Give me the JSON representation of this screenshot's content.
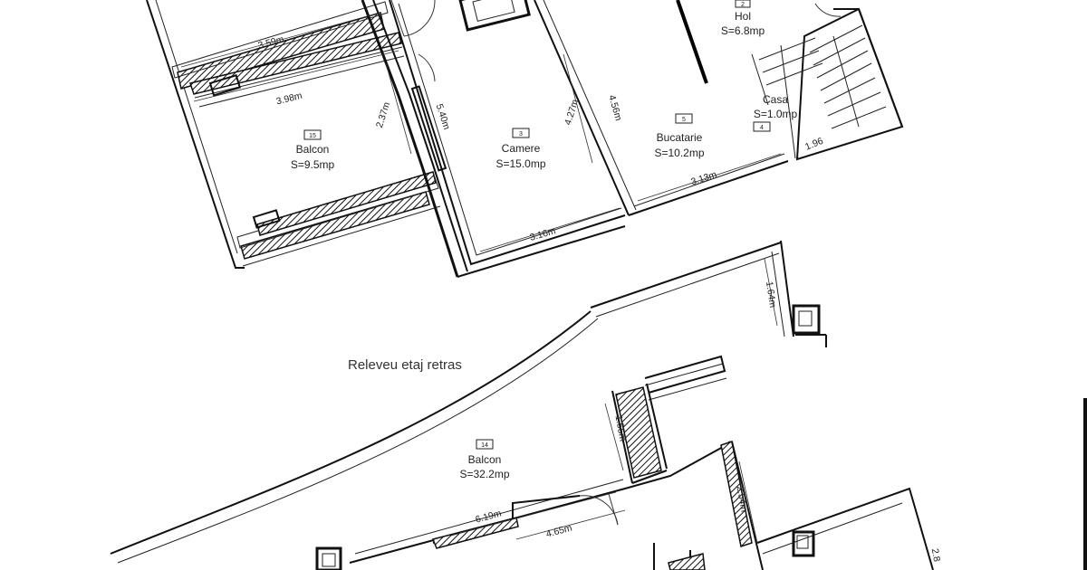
{
  "title": "Releveu etaj retras",
  "rooms": [
    {
      "id": "hol",
      "number": "2",
      "name": "Hol",
      "area": "S=6.8mp"
    },
    {
      "id": "balcon-top",
      "number": "15",
      "name": "Balcon",
      "area": "S=9.5mp"
    },
    {
      "id": "camera",
      "number": "3",
      "name": "Camere",
      "area": "S=15.0mp"
    },
    {
      "id": "bucatarie",
      "number": "5",
      "name": "Bucatarie",
      "area": "S=10.2mp"
    },
    {
      "id": "casa-scarii",
      "number": "4",
      "name": "Casa",
      "area": "S=1.0mp"
    },
    {
      "id": "balcon-bottom",
      "number": "14",
      "name": "Balcon",
      "area": "S=32.2mp"
    }
  ],
  "dimensions": {
    "d1": "3.59m",
    "d2": "3.98m",
    "d3": "2.37m",
    "d4": "5.40m",
    "d5": "4.27m",
    "d6": "4.56m",
    "d7": "3.16m",
    "d8": "3.13m",
    "d9": "1.96",
    "d10": "1.64m",
    "d11": "1.55m",
    "d12": "6.19m",
    "d13": "4.65m",
    "d14": "2.54m",
    "d15": "2.8"
  },
  "colors": {
    "line": "#111111",
    "background": "#ffffff"
  }
}
